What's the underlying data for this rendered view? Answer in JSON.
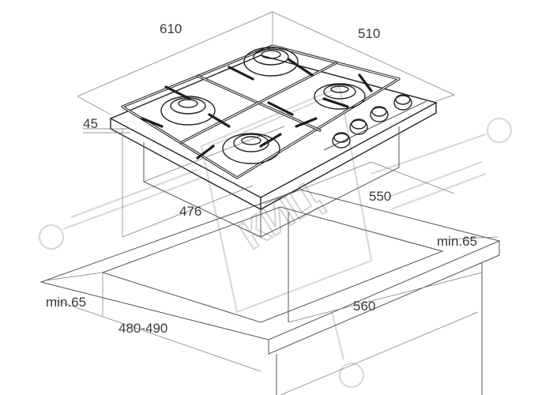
{
  "dimensions": {
    "hob_width": "610",
    "hob_depth": "510",
    "hob_height": "45",
    "cutout_depth": "476",
    "cutout_width": "550",
    "clearance_back": "min.65",
    "clearance_front": "min.65",
    "worktop_depth": "480-490",
    "cabinet_width": "560"
  },
  "watermark": {
    "text": "КИЦ"
  },
  "burners": [
    {
      "name": "burner-back-left"
    },
    {
      "name": "burner-back-right"
    },
    {
      "name": "burner-front-left"
    },
    {
      "name": "burner-front-right"
    }
  ],
  "knobs": [
    {
      "name": "knob-1"
    },
    {
      "name": "knob-2"
    },
    {
      "name": "knob-3"
    },
    {
      "name": "knob-4"
    }
  ]
}
